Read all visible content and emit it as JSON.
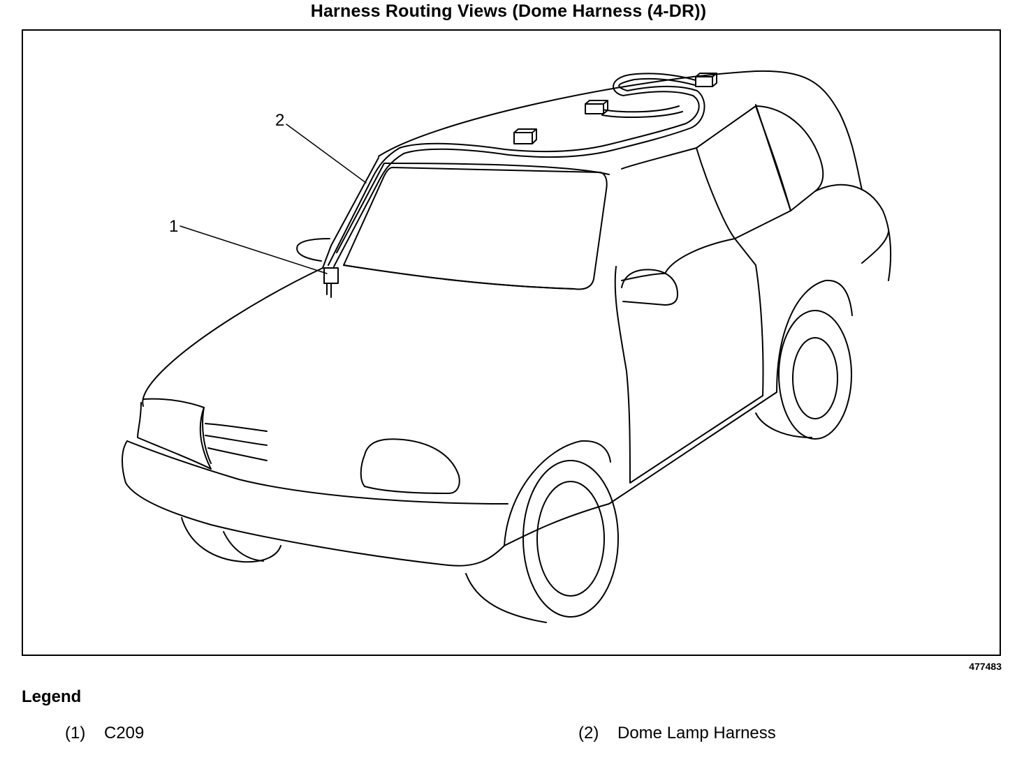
{
  "title": "Harness Routing Views (Dome Harness (4-DR))",
  "figure_id": "477483",
  "callouts": [
    {
      "label": "1"
    },
    {
      "label": "2"
    }
  ],
  "legend": {
    "heading": "Legend",
    "items": [
      {
        "number": "(1)",
        "text": "C209"
      },
      {
        "number": "(2)",
        "text": "Dome Lamp Harness"
      }
    ]
  }
}
